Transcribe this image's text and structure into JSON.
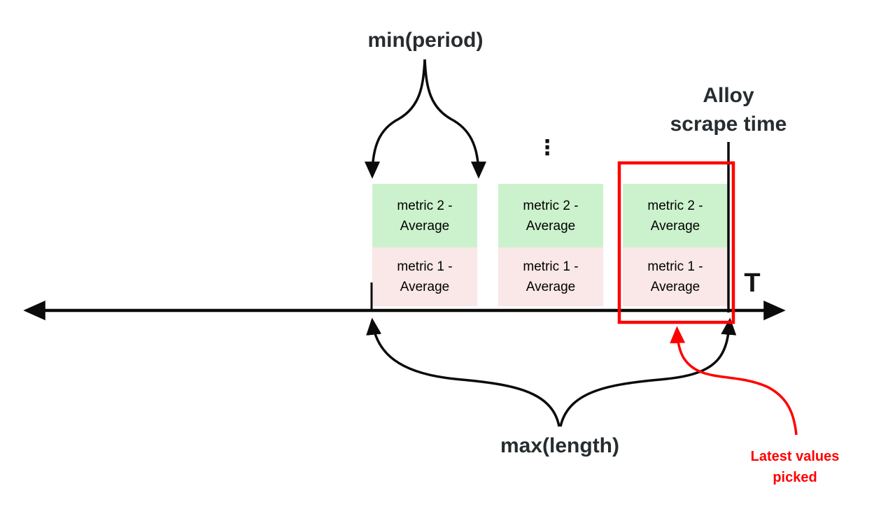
{
  "labels": {
    "min_period": "min(period)",
    "alloy_scrape_line1": "Alloy",
    "alloy_scrape_line2": "scrape time",
    "time_axis": "T",
    "max_length": "max(length)",
    "latest_values_line1": "Latest values",
    "latest_values_line2": "picked",
    "ellipsis": "⋮"
  },
  "groups": [
    {
      "top": "metric 2 - Average",
      "bottom": "metric 1 - Average"
    },
    {
      "top": "metric 2 - Average",
      "bottom": "metric 1 - Average"
    },
    {
      "top": "metric 2 - Average",
      "bottom": "metric 1 - Average"
    }
  ],
  "colors": {
    "metric2_fill": "#ccf2cd",
    "metric1_fill": "#fae7e7",
    "highlight_red": "#ff0000",
    "stroke_black": "#0b0b0b",
    "label_dark": "#272c2f"
  }
}
